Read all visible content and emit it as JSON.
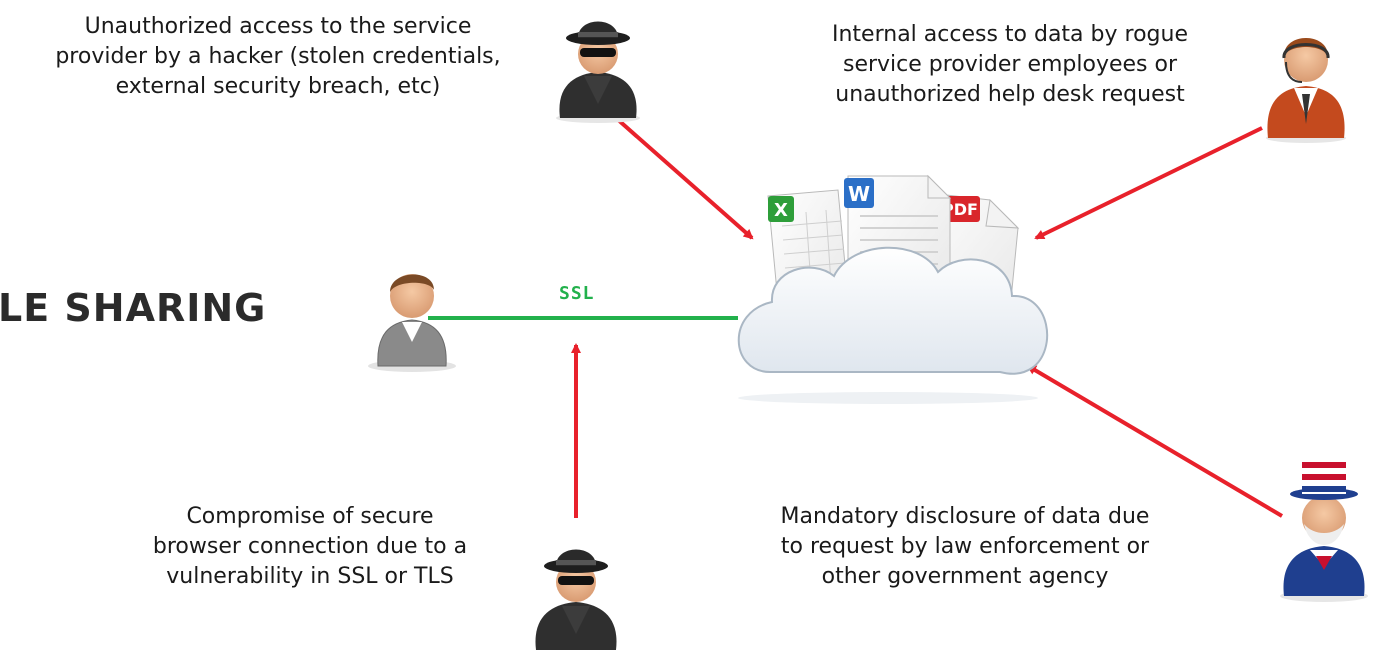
{
  "title_partial": "LE SHARING",
  "connection_label": "SSL",
  "threats": [
    {
      "id": "hacker-access",
      "lines": [
        "Unauthorized access to the service",
        "provider by a hacker (stolen credentials,",
        "external security breach, etc)"
      ],
      "icon": "hacker-icon"
    },
    {
      "id": "insider-access",
      "lines": [
        "Internal access to data by rogue",
        "service provider employees or",
        "unauthorized help desk request"
      ],
      "icon": "help-desk-agent-icon"
    },
    {
      "id": "ssl-compromise",
      "lines": [
        "Compromise of secure",
        "browser connection due to a",
        "vulnerability in SSL or TLS"
      ],
      "icon": "hacker-icon"
    },
    {
      "id": "government-disclosure",
      "lines": [
        "Mandatory disclosure of data due",
        "to request by law enforcement or",
        "other government agency"
      ],
      "icon": "uncle-sam-icon"
    }
  ],
  "documents": [
    {
      "badge": "X",
      "color": "#2e9e3a"
    },
    {
      "badge": "W",
      "color": "#2b6fc7"
    },
    {
      "badge": "PDF",
      "color": "#d9262b"
    }
  ],
  "colors": {
    "arrow": "#e8212b",
    "ssl_line": "#22b14c",
    "ssl_text": "#22b14c"
  }
}
